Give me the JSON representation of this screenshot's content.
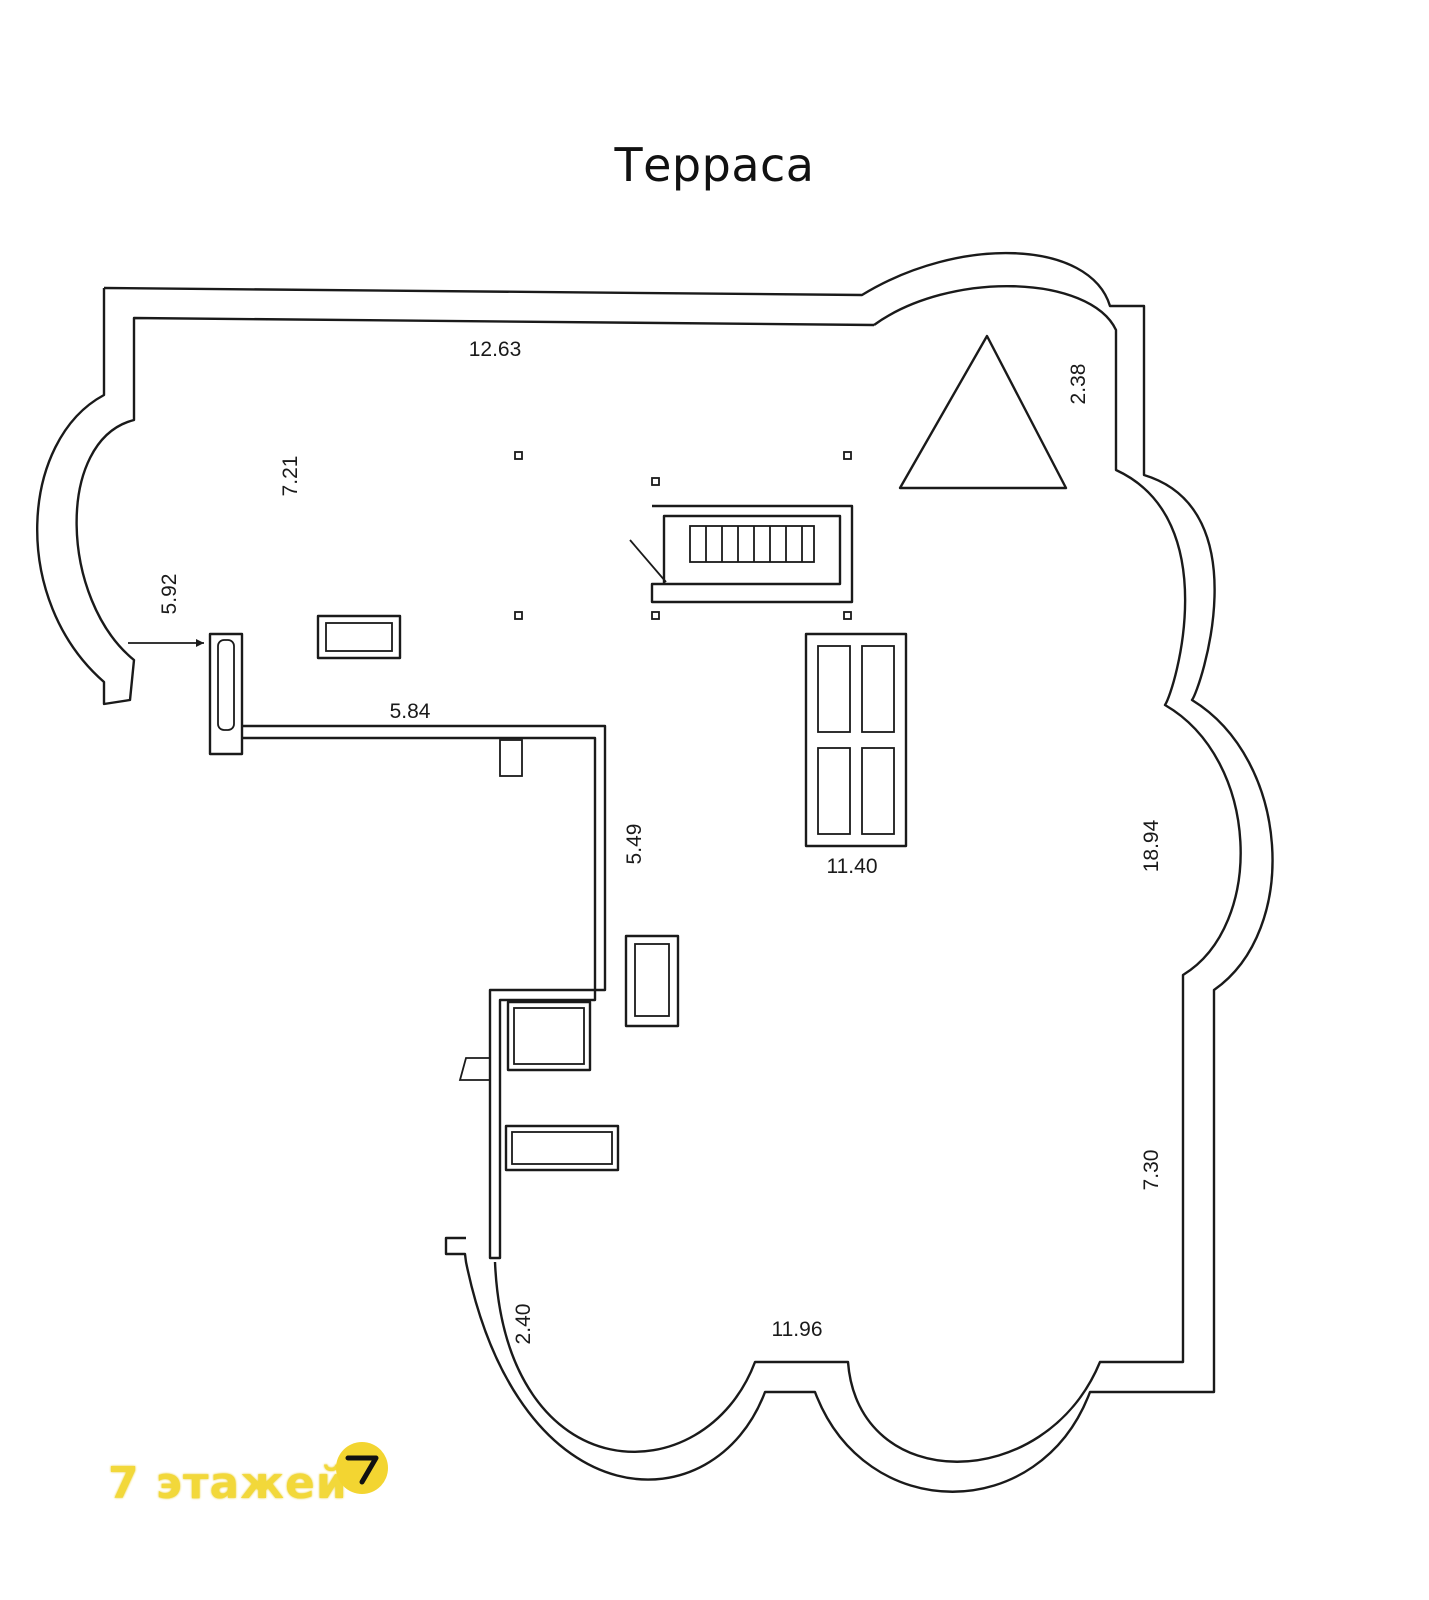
{
  "title": "Терраса",
  "dimensions": {
    "top_width": "12.63",
    "left_height": "7.21",
    "right_top": "2.38",
    "left_offset": "5.92",
    "inner_top": "5.84",
    "inner_vertical": "5.49",
    "middle_width": "11.40",
    "right_height": "18.94",
    "right_lower": "7.30",
    "bottom_left": "2.40",
    "bottom_width": "11.96"
  },
  "logo": {
    "text": "7 этажей",
    "badge_icon": "seven-badge-icon",
    "color": "#f2d83a"
  },
  "colors": {
    "line": "#1a1a1a",
    "background": "#ffffff"
  }
}
